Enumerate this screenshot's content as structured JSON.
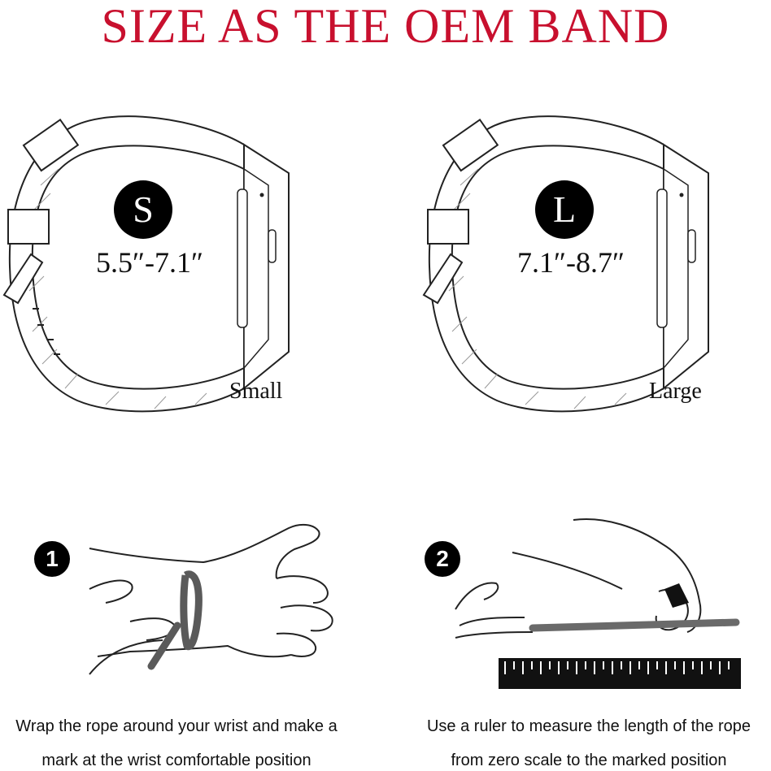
{
  "title": "SIZE AS THE OEM BAND",
  "sizes": [
    {
      "badge": "S",
      "range": "5.5″-7.1″",
      "label": "Small"
    },
    {
      "badge": "L",
      "range": "7.1″-8.7″",
      "label": "Large"
    }
  ],
  "steps": [
    {
      "number": "1",
      "caption_line1": "Wrap the rope around your wrist and make a",
      "caption_line2": "mark at the wrist comfortable position"
    },
    {
      "number": "2",
      "caption_line1": "Use a ruler to measure the length of the rope",
      "caption_line2": "from zero scale to the marked position"
    }
  ],
  "colors": {
    "title": "#c8102e",
    "badge": "#000000",
    "rope": "#5a5a5a"
  }
}
